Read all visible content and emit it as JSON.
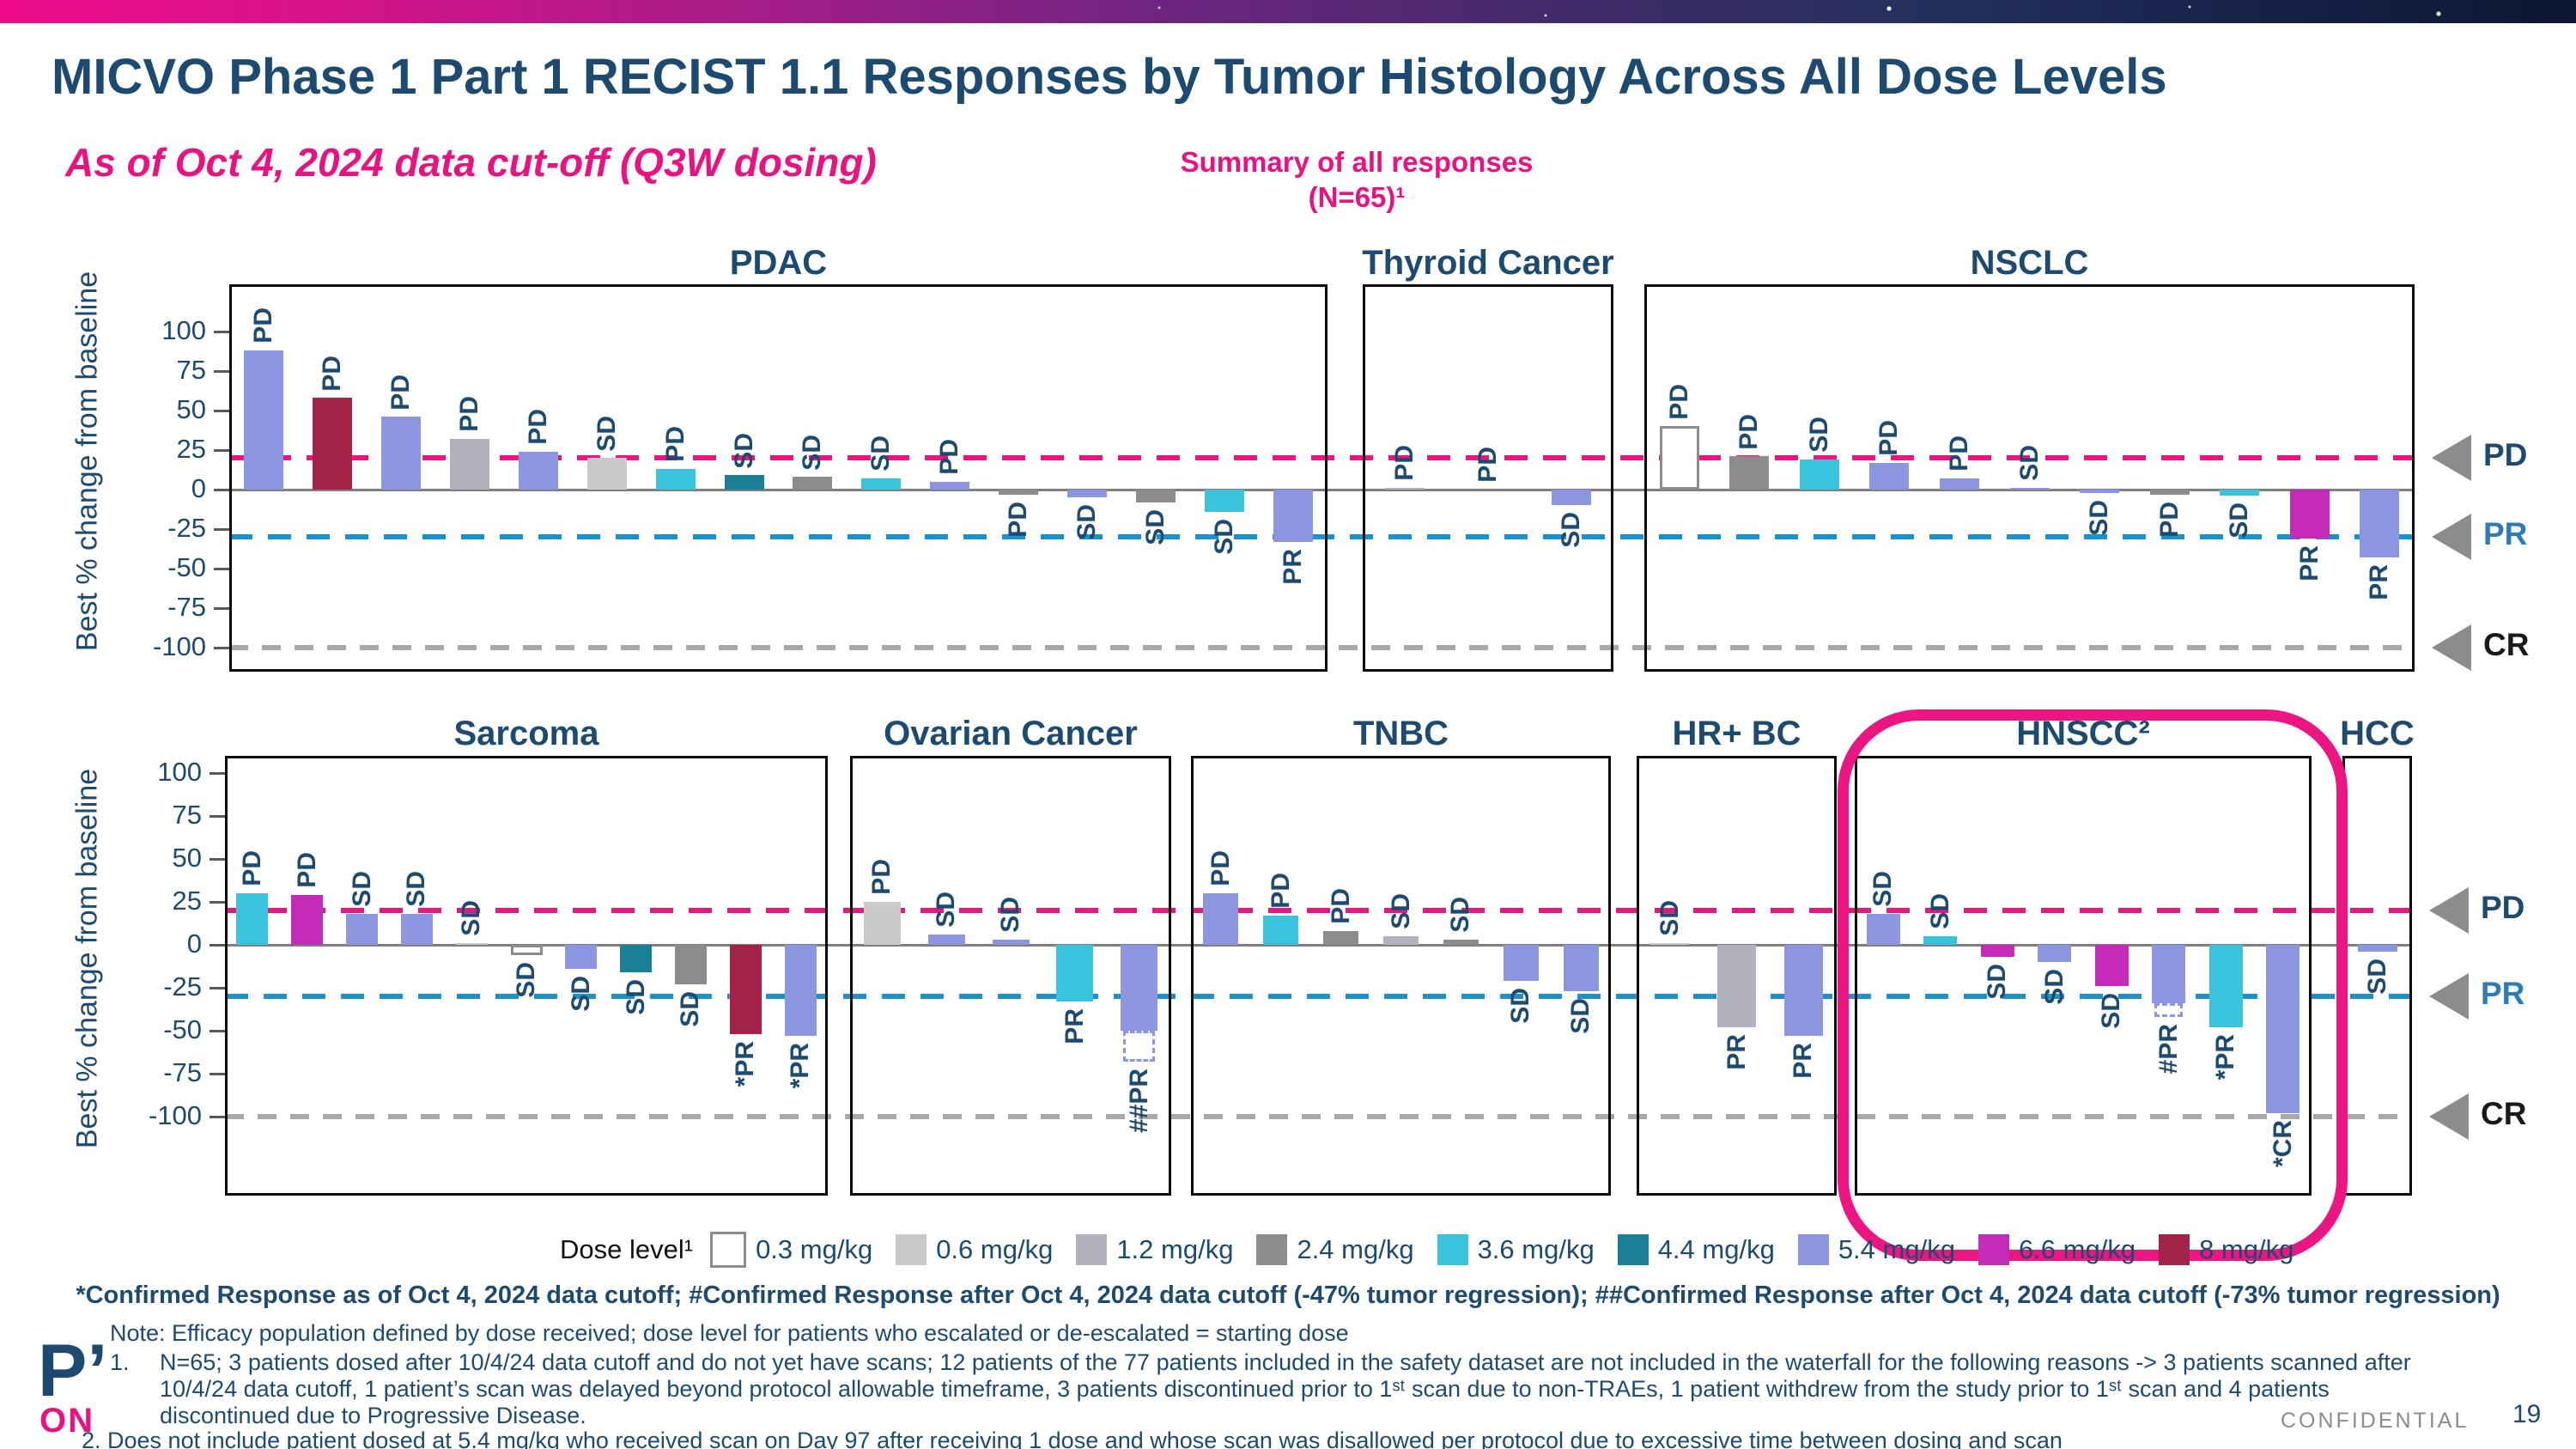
{
  "slide": {
    "title": "MICVO Phase 1 Part 1 RECIST 1.1 Responses by Tumor Histology Across All Dose Levels",
    "subtitle": "As of Oct 4, 2024 data cut-off (Q3W dosing)",
    "summary_line1": "Summary of all responses",
    "summary_line2": "(N=65)¹"
  },
  "chart_config": {
    "ylabel": "Best % change from baseline",
    "ylim": [
      -100,
      100
    ],
    "yticks": [
      100,
      75,
      50,
      25,
      0,
      -25,
      -50,
      -75,
      -100
    ],
    "grid": false,
    "thresholds": [
      {
        "label": "PD",
        "value": 20,
        "color": "#ed1380",
        "label_color": "#1c4a70"
      },
      {
        "label": "PR",
        "value": -30,
        "color": "#1a93cc",
        "label_color": "#2e7cb5"
      },
      {
        "label": "CR",
        "value": -100,
        "color": "#a8a8a8",
        "label_color": "#1a1a1a"
      }
    ]
  },
  "chart_data": [
    {
      "type": "bar",
      "title": "PDAC",
      "bars": [
        {
          "value": 88,
          "dose": "5.4",
          "response": "PD"
        },
        {
          "value": 58,
          "dose": "8",
          "response": "PD"
        },
        {
          "value": 46,
          "dose": "5.4",
          "response": "PD"
        },
        {
          "value": 32,
          "dose": "1.2",
          "response": "PD"
        },
        {
          "value": 24,
          "dose": "5.4",
          "response": "PD"
        },
        {
          "value": 20,
          "dose": "0.6",
          "response": "SD"
        },
        {
          "value": 13,
          "dose": "3.6",
          "response": "PD"
        },
        {
          "value": 9,
          "dose": "4.4",
          "response": "SD"
        },
        {
          "value": 8,
          "dose": "2.4",
          "response": "SD"
        },
        {
          "value": 7,
          "dose": "3.6",
          "response": "SD"
        },
        {
          "value": 5,
          "dose": "5.4",
          "response": "PD"
        },
        {
          "value": -3,
          "dose": "2.4",
          "response": "PD"
        },
        {
          "value": -5,
          "dose": "5.4",
          "response": "SD"
        },
        {
          "value": -8,
          "dose": "2.4",
          "response": "SD"
        },
        {
          "value": -14,
          "dose": "3.6",
          "response": "SD"
        },
        {
          "value": -33,
          "dose": "5.4",
          "response": "PR"
        }
      ]
    },
    {
      "type": "bar",
      "title": "Thyroid Cancer",
      "bars": [
        {
          "value": 1,
          "dose": "1.2",
          "response": "PD"
        },
        {
          "value": 0,
          "dose": "0.3",
          "response": "PD"
        },
        {
          "value": -10,
          "dose": "5.4",
          "response": "SD"
        }
      ]
    },
    {
      "type": "bar",
      "title": "NSCLC",
      "bars": [
        {
          "value": 40,
          "dose": "0.3",
          "response": "PD"
        },
        {
          "value": 21,
          "dose": "2.4",
          "response": "PD"
        },
        {
          "value": 19,
          "dose": "3.6",
          "response": "SD"
        },
        {
          "value": 17,
          "dose": "5.4",
          "response": "PD"
        },
        {
          "value": 7,
          "dose": "5.4",
          "response": "PD"
        },
        {
          "value": 1,
          "dose": "5.4",
          "response": "SD"
        },
        {
          "value": -2,
          "dose": "5.4",
          "response": "SD"
        },
        {
          "value": -3,
          "dose": "2.4",
          "response": "PD"
        },
        {
          "value": -4,
          "dose": "3.6",
          "response": "SD"
        },
        {
          "value": -31,
          "dose": "6.6",
          "response": "PR"
        },
        {
          "value": -43,
          "dose": "5.4",
          "response": "PR"
        }
      ]
    },
    {
      "type": "bar",
      "title": "Sarcoma",
      "bars": [
        {
          "value": 30,
          "dose": "3.6",
          "response": "PD"
        },
        {
          "value": 29,
          "dose": "6.6",
          "response": "PD"
        },
        {
          "value": 18,
          "dose": "5.4",
          "response": "SD"
        },
        {
          "value": 18,
          "dose": "5.4",
          "response": "SD"
        },
        {
          "value": 1,
          "dose": "0.6",
          "response": "SD"
        },
        {
          "value": -6,
          "dose": "0.3",
          "response": "SD"
        },
        {
          "value": -14,
          "dose": "5.4",
          "response": "SD"
        },
        {
          "value": -16,
          "dose": "4.4",
          "response": "SD"
        },
        {
          "value": -23,
          "dose": "2.4",
          "response": "SD"
        },
        {
          "value": -52,
          "dose": "8",
          "response": "*PR"
        },
        {
          "value": -53,
          "dose": "5.4",
          "response": "*PR"
        }
      ]
    },
    {
      "type": "bar",
      "title": "Ovarian Cancer",
      "bars": [
        {
          "value": 25,
          "dose": "0.6",
          "response": "PD"
        },
        {
          "value": 6,
          "dose": "5.4",
          "response": "SD"
        },
        {
          "value": 3,
          "dose": "5.4",
          "response": "SD"
        },
        {
          "value": -33,
          "dose": "3.6",
          "response": "PR"
        },
        {
          "value": -50,
          "dose": "5.4",
          "response": "##PR",
          "dashed_to": -68
        }
      ]
    },
    {
      "type": "bar",
      "title": "TNBC",
      "bars": [
        {
          "value": 30,
          "dose": "5.4",
          "response": "PD"
        },
        {
          "value": 17,
          "dose": "3.6",
          "response": "PD"
        },
        {
          "value": 8,
          "dose": "2.4",
          "response": "PD"
        },
        {
          "value": 5,
          "dose": "1.2",
          "response": "SD"
        },
        {
          "value": 3,
          "dose": "0.3",
          "response": "SD"
        },
        {
          "value": -21,
          "dose": "5.4",
          "response": "SD"
        },
        {
          "value": -27,
          "dose": "5.4",
          "response": "SD"
        }
      ]
    },
    {
      "type": "bar",
      "title": "HR+ BC",
      "bars": [
        {
          "value": 1,
          "dose": "0.6",
          "response": "SD"
        },
        {
          "value": -48,
          "dose": "1.2",
          "response": "PR"
        },
        {
          "value": -53,
          "dose": "5.4",
          "response": "PR"
        }
      ]
    },
    {
      "type": "bar",
      "title": "HNSCC²",
      "highlighted": true,
      "bars": [
        {
          "value": 18,
          "dose": "5.4",
          "response": "SD"
        },
        {
          "value": 5,
          "dose": "3.6",
          "response": "SD"
        },
        {
          "value": -7,
          "dose": "6.6",
          "response": "SD"
        },
        {
          "value": -10,
          "dose": "5.4",
          "response": "SD"
        },
        {
          "value": -24,
          "dose": "6.6",
          "response": "SD"
        },
        {
          "value": -34,
          "dose": "5.4",
          "response": "#PR",
          "dashed_to": -42
        },
        {
          "value": -48,
          "dose": "3.6",
          "response": "*PR"
        },
        {
          "value": -98,
          "dose": "5.4",
          "response": "*CR"
        }
      ]
    },
    {
      "type": "bar",
      "title": "HCC",
      "bars": [
        {
          "value": -4,
          "dose": "5.4",
          "response": "SD"
        }
      ]
    }
  ],
  "legend": {
    "label": "Dose level¹",
    "items": [
      {
        "dose": "0.3",
        "label": "0.3 mg/kg",
        "color": "#ffffff",
        "border": "#8c8c8c"
      },
      {
        "dose": "0.6",
        "label": "0.6 mg/kg",
        "color": "#c9c9c9"
      },
      {
        "dose": "1.2",
        "label": "1.2 mg/kg",
        "color": "#b2b2bf"
      },
      {
        "dose": "2.4",
        "label": "2.4 mg/kg",
        "color": "#8c8c8c"
      },
      {
        "dose": "3.6",
        "label": "3.6 mg/kg",
        "color": "#3ac3dc"
      },
      {
        "dose": "4.4",
        "label": "4.4 mg/kg",
        "color": "#1b7f96"
      },
      {
        "dose": "5.4",
        "label": "5.4 mg/kg",
        "color": "#8b95e0"
      },
      {
        "dose": "6.6",
        "label": "6.6 mg/kg",
        "color": "#c32bb8"
      },
      {
        "dose": "8",
        "label": "8 mg/kg",
        "color": "#a32348"
      }
    ]
  },
  "footnotes": {
    "bold_line": "*Confirmed Response as of Oct 4, 2024 data cutoff; #Confirmed Response after Oct 4, 2024 data cutoff (-47% tumor regression); ##Confirmed Response after Oct 4, 2024 data cutoff (-73% tumor regression)",
    "note": "Note: Efficacy population defined by dose received; dose level for patients who escalated or de-escalated = starting dose",
    "item1_num": "1.",
    "item1": "N=65; 3 patients dosed after 10/4/24 data cutoff and do not yet have scans; 12 patients of the 77 patients included in the safety dataset are not included in the waterfall for the following reasons -> 3 patients scanned after 10/4/24 data cutoff, 1 patient’s scan was delayed beyond protocol allowable timeframe, 3 patients discontinued prior to 1ˢᵗ scan due to non-TRAEs, 1 patient withdrew from the study prior to 1ˢᵗ scan and 4 patients discontinued due to Progressive Disease.",
    "item2": "2. Does not include patient dosed at 5.4 mg/kg who received scan on Day 97 after receiving 1 dose and whose scan was disallowed per protocol due to excessive time between dosing and scan"
  },
  "logo": {
    "top": "P’",
    "bottom": "ON"
  },
  "page": {
    "confidential": "CONFIDENTIAL",
    "number": "19"
  }
}
